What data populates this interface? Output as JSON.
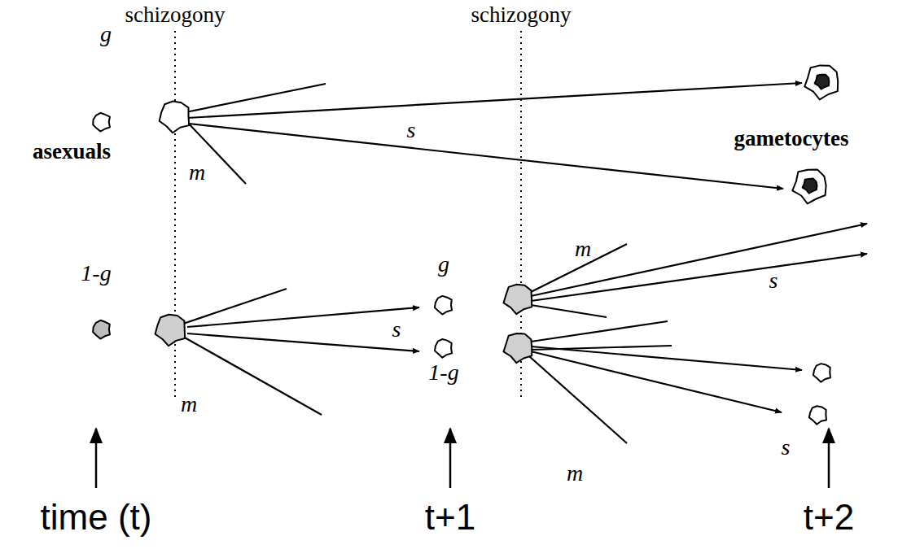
{
  "diagram": {
    "labels": [
      "schizogony",
      "schizogony",
      "g",
      "s",
      "gametocytes",
      "asexuals",
      "m",
      "1-g",
      "m",
      "g",
      "s",
      "1-g",
      "m",
      "s",
      "s",
      "m",
      "time (t)",
      "t+1",
      "t+2"
    ]
  }
}
